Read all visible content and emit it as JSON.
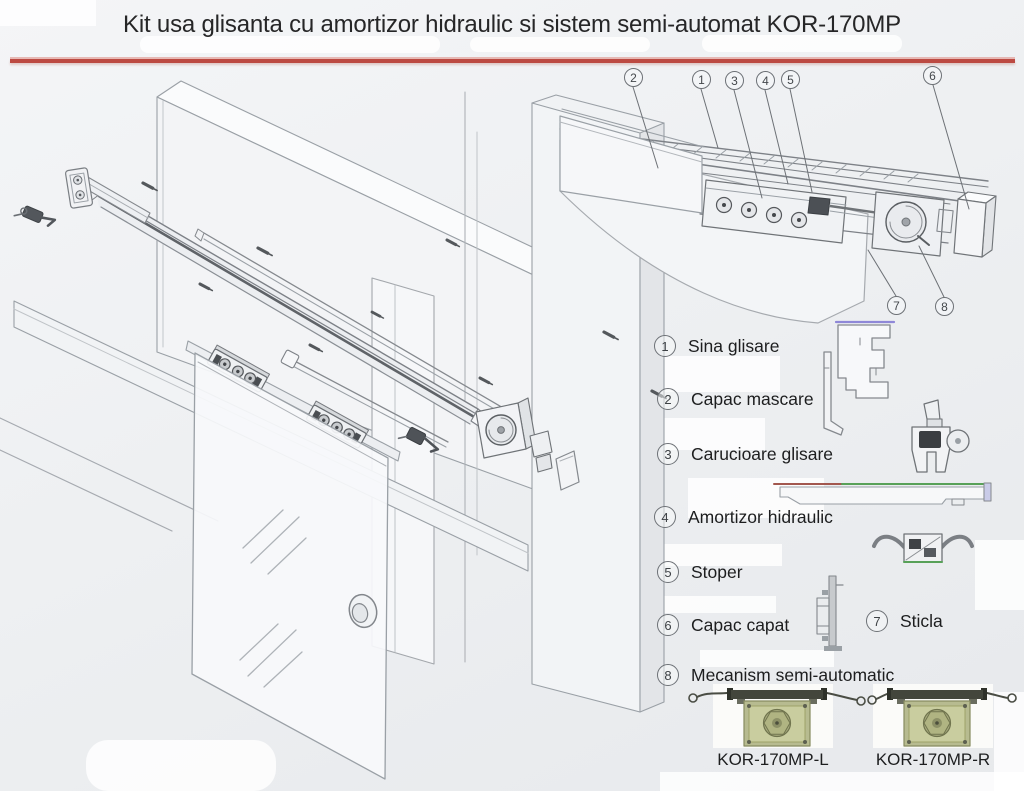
{
  "title": "Kit usa glisanta cu amortizor hidraulic si sistem semi-automat KOR-170MP",
  "colors": {
    "divider_red": "#bc4a42",
    "line_gray": "#8a8f95",
    "damper_green": "#58a158",
    "damper_red": "#a2574e",
    "mechanism_olive": "#b7bb90"
  },
  "detail_view": {
    "callouts": [
      "2",
      "1",
      "3",
      "4",
      "5",
      "6",
      "7",
      "8"
    ]
  },
  "legend": {
    "items": [
      {
        "num": "1",
        "label": "Sina glisare"
      },
      {
        "num": "2",
        "label": "Capac mascare"
      },
      {
        "num": "3",
        "label": "Carucioare glisare"
      },
      {
        "num": "4",
        "label": "Amortizor hidraulic"
      },
      {
        "num": "5",
        "label": "Stoper"
      },
      {
        "num": "6",
        "label": "Capac capat"
      },
      {
        "num": "7",
        "label": "Sticla"
      },
      {
        "num": "8",
        "label": "Mecanism semi-automatic"
      }
    ]
  },
  "products": [
    {
      "label": "KOR-170MP-L"
    },
    {
      "label": "KOR-170MP-R"
    }
  ]
}
